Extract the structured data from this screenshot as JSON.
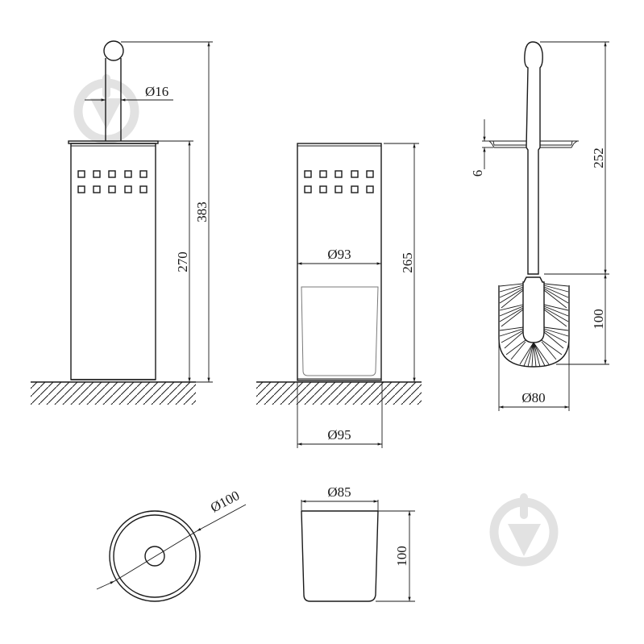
{
  "drawing": {
    "title": "Toilet brush holder technical drawing",
    "views": {
      "front_view_assembled": {
        "dimensions": {
          "handle_diameter": "Ø16",
          "body_height": "270",
          "overall_height": "383"
        },
        "perforations": {
          "rows": 2,
          "columns": 5
        }
      },
      "section_view_body": {
        "dimensions": {
          "inner_diameter": "Ø93",
          "body_height": "265",
          "base_diameter": "Ø95"
        },
        "perforations": {
          "rows": 2,
          "columns": 5
        }
      },
      "brush_view": {
        "dimensions": {
          "lid_thickness": "6",
          "handle_length": "252",
          "brush_head_height": "100",
          "brush_head_diameter": "Ø80"
        }
      },
      "top_view": {
        "dimensions": {
          "outer_diameter": "Ø100"
        }
      },
      "insert_cup_view": {
        "dimensions": {
          "top_diameter": "Ø85",
          "height": "100"
        }
      }
    },
    "watermarks": [
      "download-arrow-watermark",
      "download-arrow-watermark"
    ],
    "colors": {
      "line": "#1a1a1a",
      "background": "#ffffff",
      "watermark": "#e2e2e2",
      "insert_outline": "#7a7a7a"
    }
  }
}
